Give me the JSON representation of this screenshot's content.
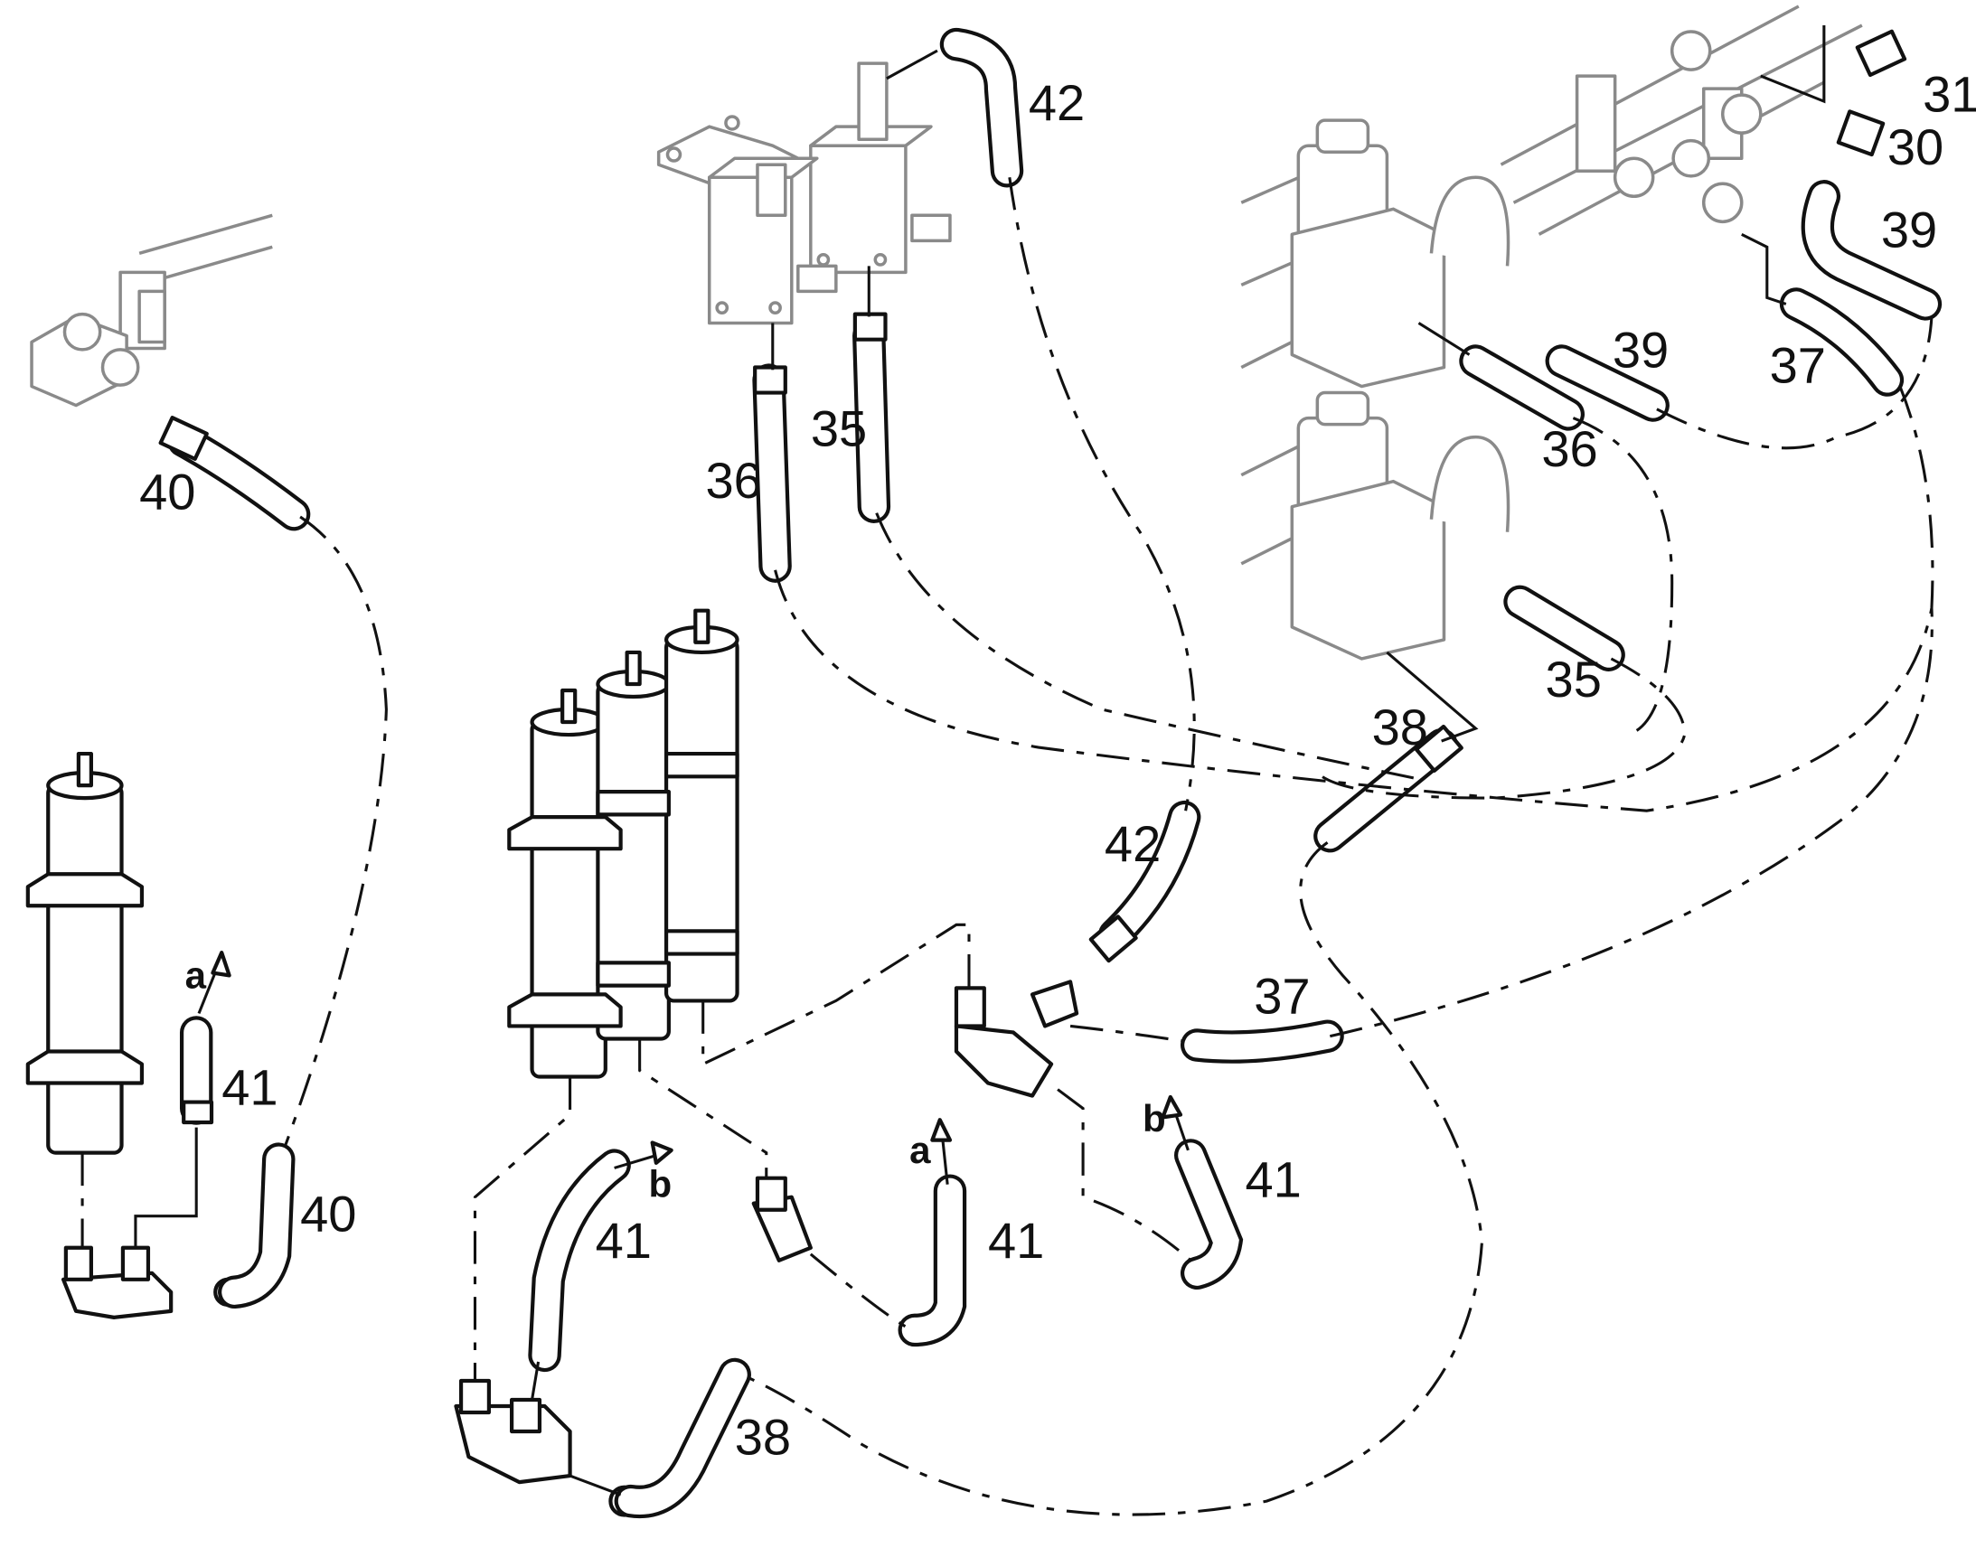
{
  "callouts": {
    "c30": "30",
    "c31": "31",
    "c35a": "35",
    "c35b": "35",
    "c36a": "36",
    "c36b": "36",
    "c37a": "37",
    "c37b": "37",
    "c38a": "38",
    "c38b": "38",
    "c39a": "39",
    "c39b": "39",
    "c40a": "40",
    "c40b": "40",
    "c41a": "41",
    "c41b": "41",
    "c41c": "41",
    "c41d": "41",
    "c42a": "42",
    "c42b": "42"
  },
  "flow_markers": {
    "a1": "a",
    "a2": "a",
    "b1": "b",
    "b2": "b"
  }
}
